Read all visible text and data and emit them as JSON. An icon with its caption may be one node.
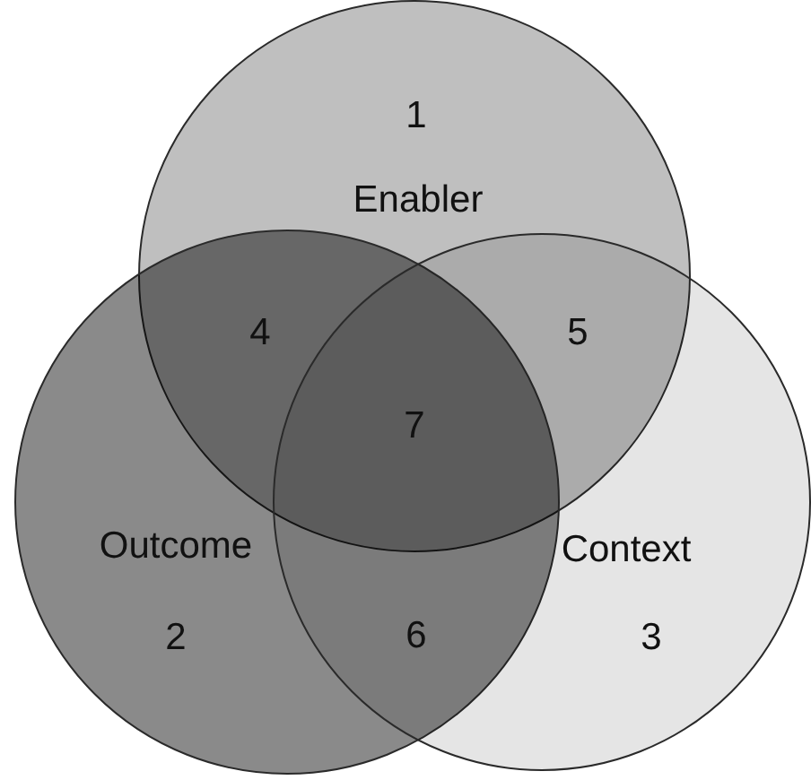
{
  "diagram": {
    "nodes": [
      {
        "text": [
          "1",
          "Enabler"
        ]
      },
      {
        "text": [
          "Outcome",
          "2"
        ]
      },
      {
        "text": [
          "Context",
          "3"
        ]
      }
    ],
    "labels": [
      "4",
      "5",
      "7",
      "6"
    ]
  }
}
